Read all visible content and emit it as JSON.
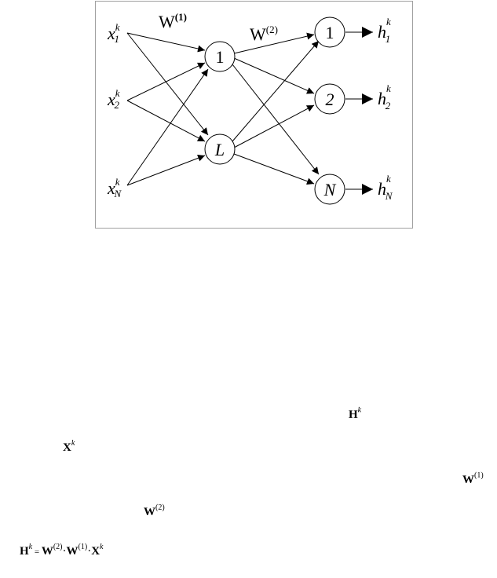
{
  "network": {
    "inputs": [
      {
        "base": "x",
        "sup": "k",
        "sub": "1"
      },
      {
        "base": "x",
        "sup": "k",
        "sub": "2"
      },
      {
        "base": "x",
        "sup": "k",
        "sub": "N"
      }
    ],
    "hidden_nodes": [
      "1",
      "L"
    ],
    "output_nodes": [
      "1",
      "2",
      "N"
    ],
    "outputs": [
      {
        "base": "h",
        "sup": "k",
        "sub": "1"
      },
      {
        "base": "h",
        "sup": "k",
        "sub": "2"
      },
      {
        "base": "h",
        "sup": "k",
        "sub": "N"
      }
    ],
    "weights": [
      {
        "base": "W",
        "sup": "(1)"
      },
      {
        "base": "W",
        "sup": "(2)"
      }
    ]
  },
  "colors": {
    "frame": "#a0a0a0",
    "ink": "#000000",
    "background": "#ffffff"
  },
  "text": {
    "H_k": {
      "base": "H",
      "sup": "k"
    },
    "X_k": {
      "base": "X",
      "sup": "k"
    },
    "W1": {
      "base": "W",
      "sup": "(1)"
    },
    "W2": {
      "base": "W",
      "sup": "(2)"
    },
    "equation": {
      "lhs": "H",
      "lhs_sup": "k",
      "eq": " = ",
      "t1": "W",
      "t1_sup": "(2)",
      "dot1": "·",
      "t2": "W",
      "t2_sup": "(1)",
      "dot2": "·",
      "t3": "X",
      "t3_sup": "k"
    }
  }
}
